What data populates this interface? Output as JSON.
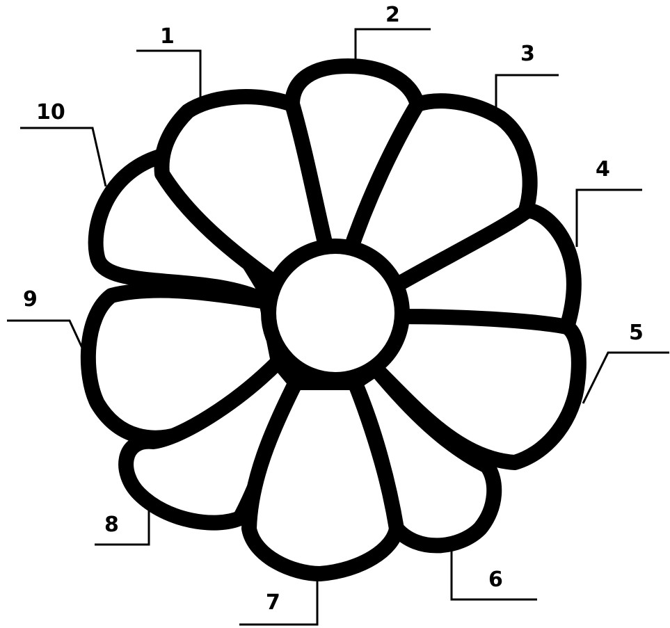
{
  "labels": {
    "l1": "1",
    "l2": "2",
    "l3": "3",
    "l4": "4",
    "l5": "5",
    "l6": "6",
    "l7": "7",
    "l8": "8",
    "l9": "9",
    "l10": "10"
  },
  "colors": {
    "outline": "#000000",
    "fill": "#ffffff"
  }
}
